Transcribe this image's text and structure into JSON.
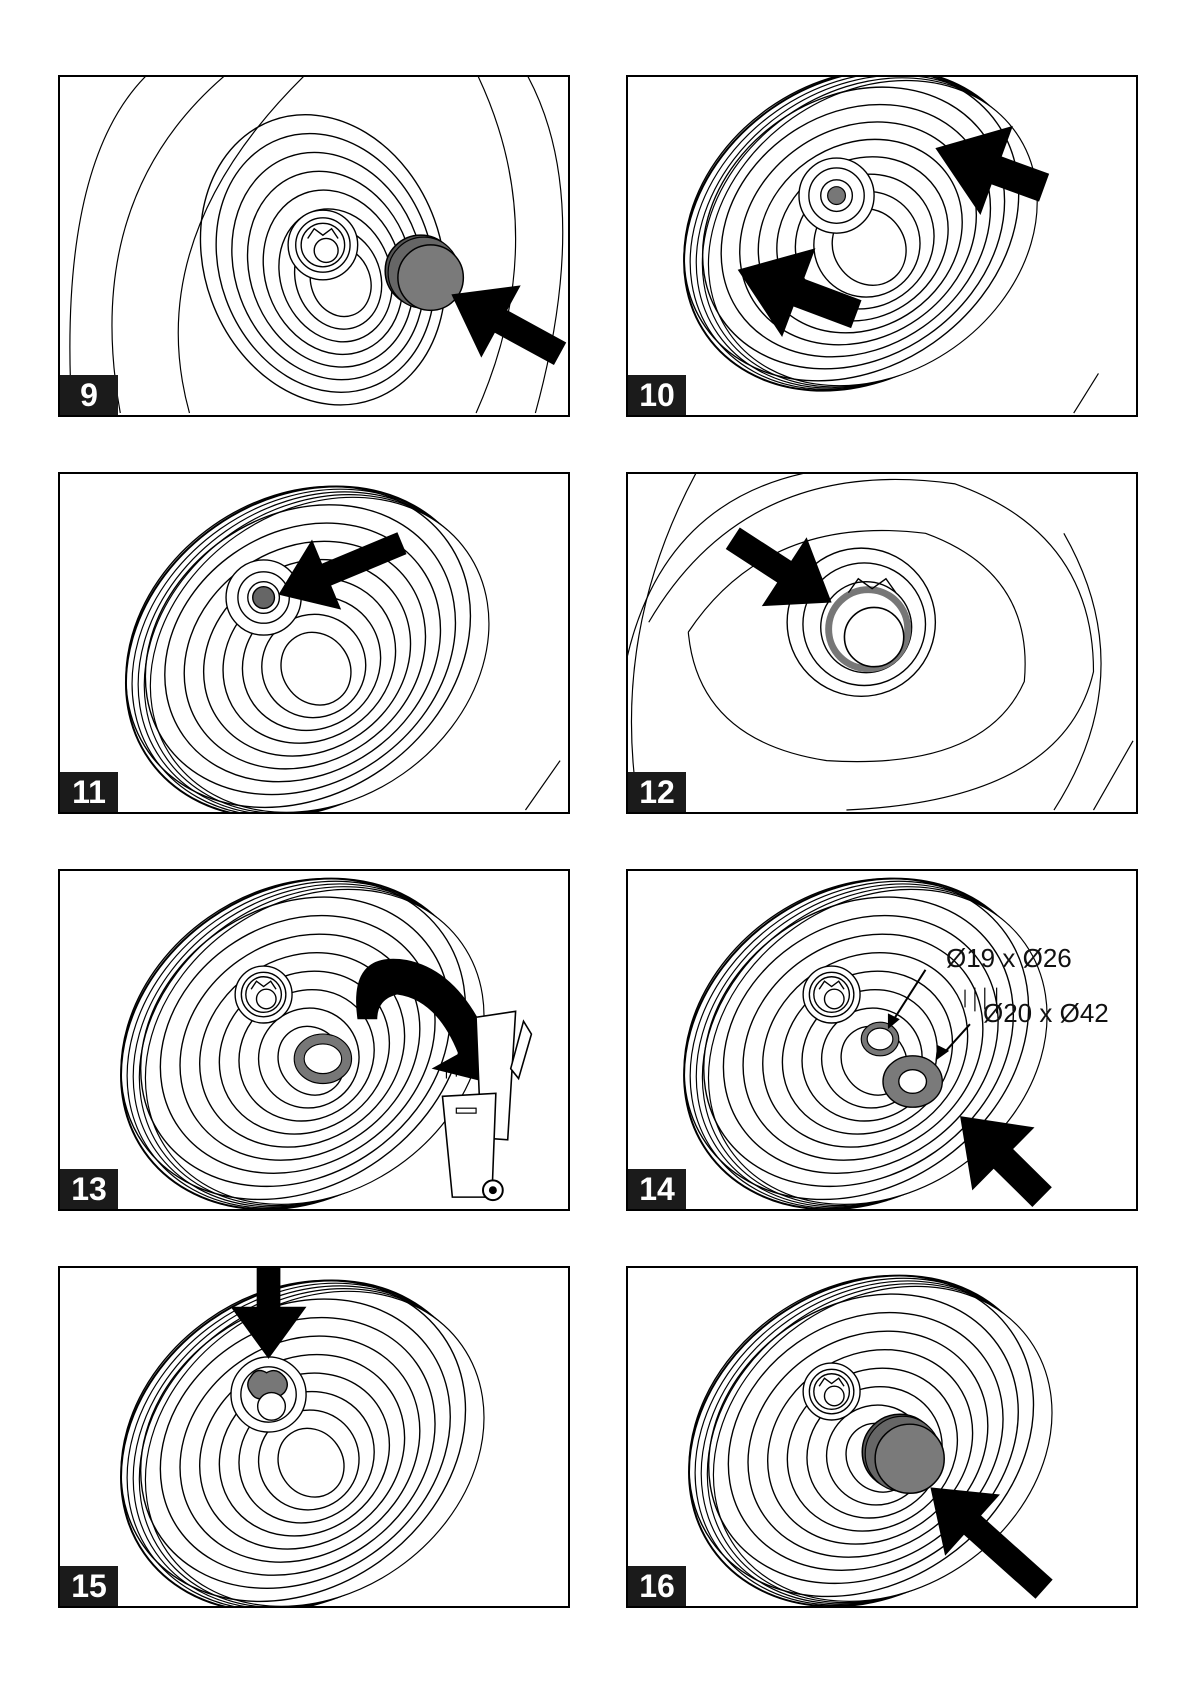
{
  "panels": [
    {
      "step": "9",
      "action": "insert-cap"
    },
    {
      "step": "10",
      "action": "remove-wheel"
    },
    {
      "step": "11",
      "action": "point-hub"
    },
    {
      "step": "12",
      "action": "point-ring"
    },
    {
      "step": "13",
      "action": "discard-washer"
    },
    {
      "step": "14",
      "action": "insert-washers"
    },
    {
      "step": "15",
      "action": "push-down"
    },
    {
      "step": "16",
      "action": "insert-cap"
    }
  ],
  "dimensions": {
    "washer_small": "Ø19 x Ø26",
    "washer_large": "Ø20 x Ø42"
  },
  "colors": {
    "line": "#000000",
    "part_gray": "#7a7a7a",
    "part_dark": "#555555",
    "label_bg": "#1b1b1b"
  }
}
